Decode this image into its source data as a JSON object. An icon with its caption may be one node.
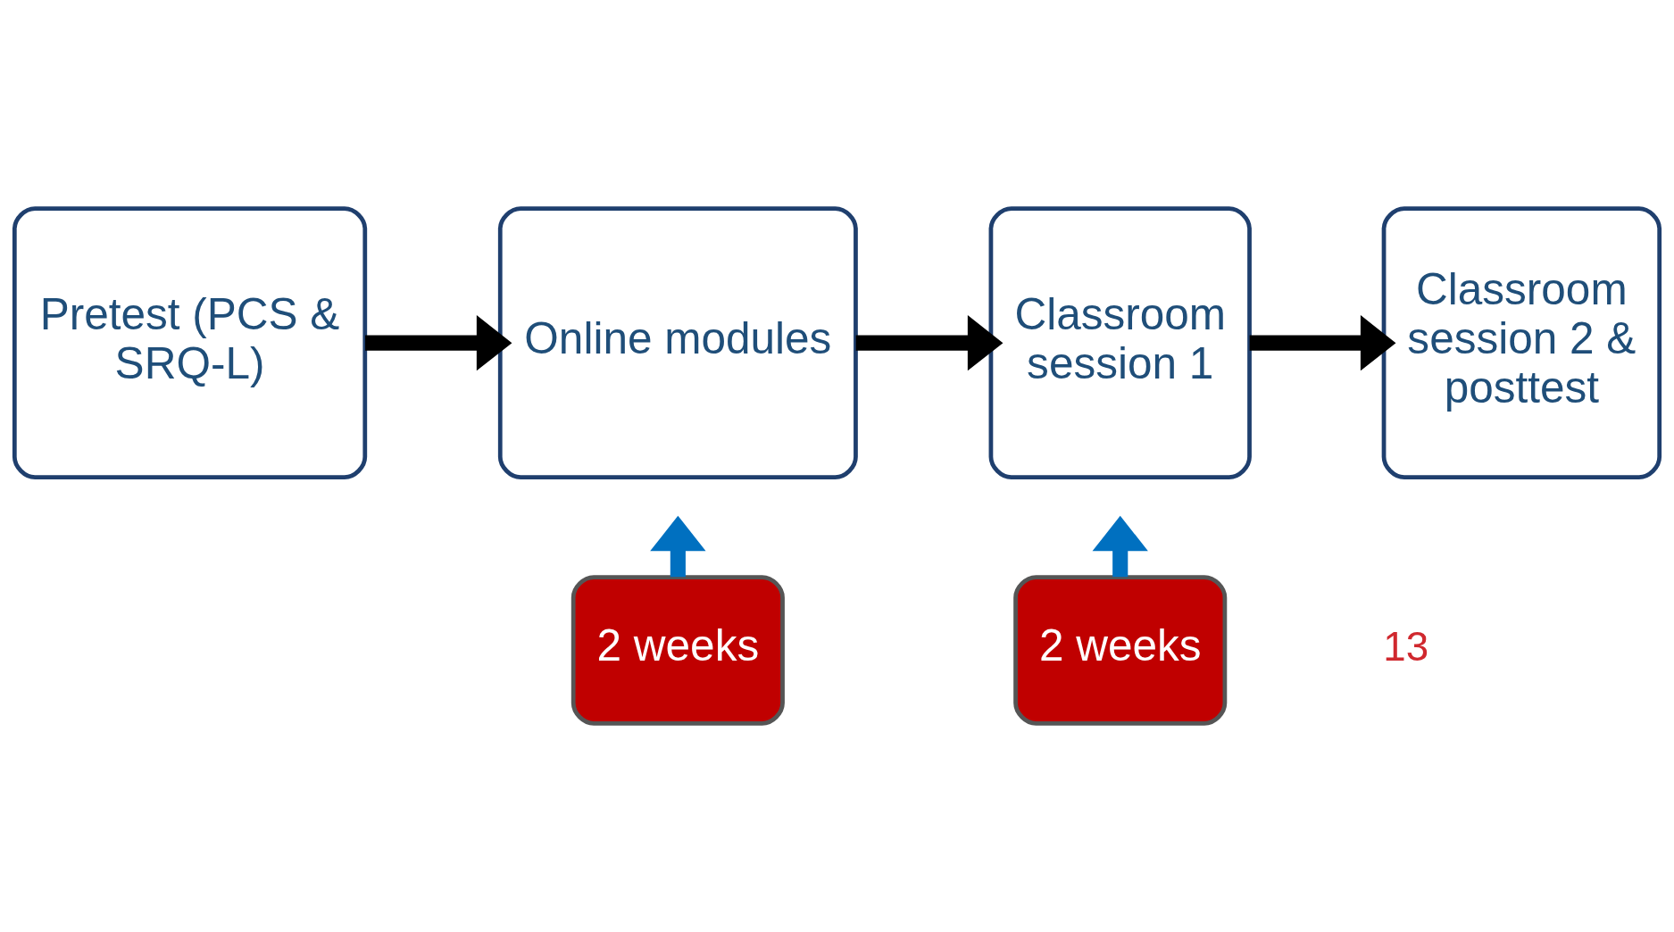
{
  "diagram": {
    "nodes": [
      {
        "text": [
          "Pretest (PCS & SRQ-L)"
        ]
      },
      {
        "text": [
          "Online modules"
        ]
      },
      {
        "text": [
          "Classroom session 1"
        ]
      },
      {
        "text": [
          "Classroom session 2 & posttest"
        ]
      },
      {
        "text": [
          "2 weeks"
        ]
      },
      {
        "text": [
          "2 weeks"
        ]
      }
    ],
    "edges": [
      {
        "from": 0,
        "to": 1,
        "arrow": "to"
      },
      {
        "from": 1,
        "to": 2,
        "arrow": "to"
      },
      {
        "from": 2,
        "to": 3,
        "arrow": "to"
      },
      {
        "from": 4,
        "to": null,
        "arrow": "to",
        "color": "#0070c0"
      },
      {
        "from": 5,
        "to": null,
        "arrow": "to",
        "color": "#0070c0"
      }
    ],
    "labels": [
      "13"
    ]
  }
}
